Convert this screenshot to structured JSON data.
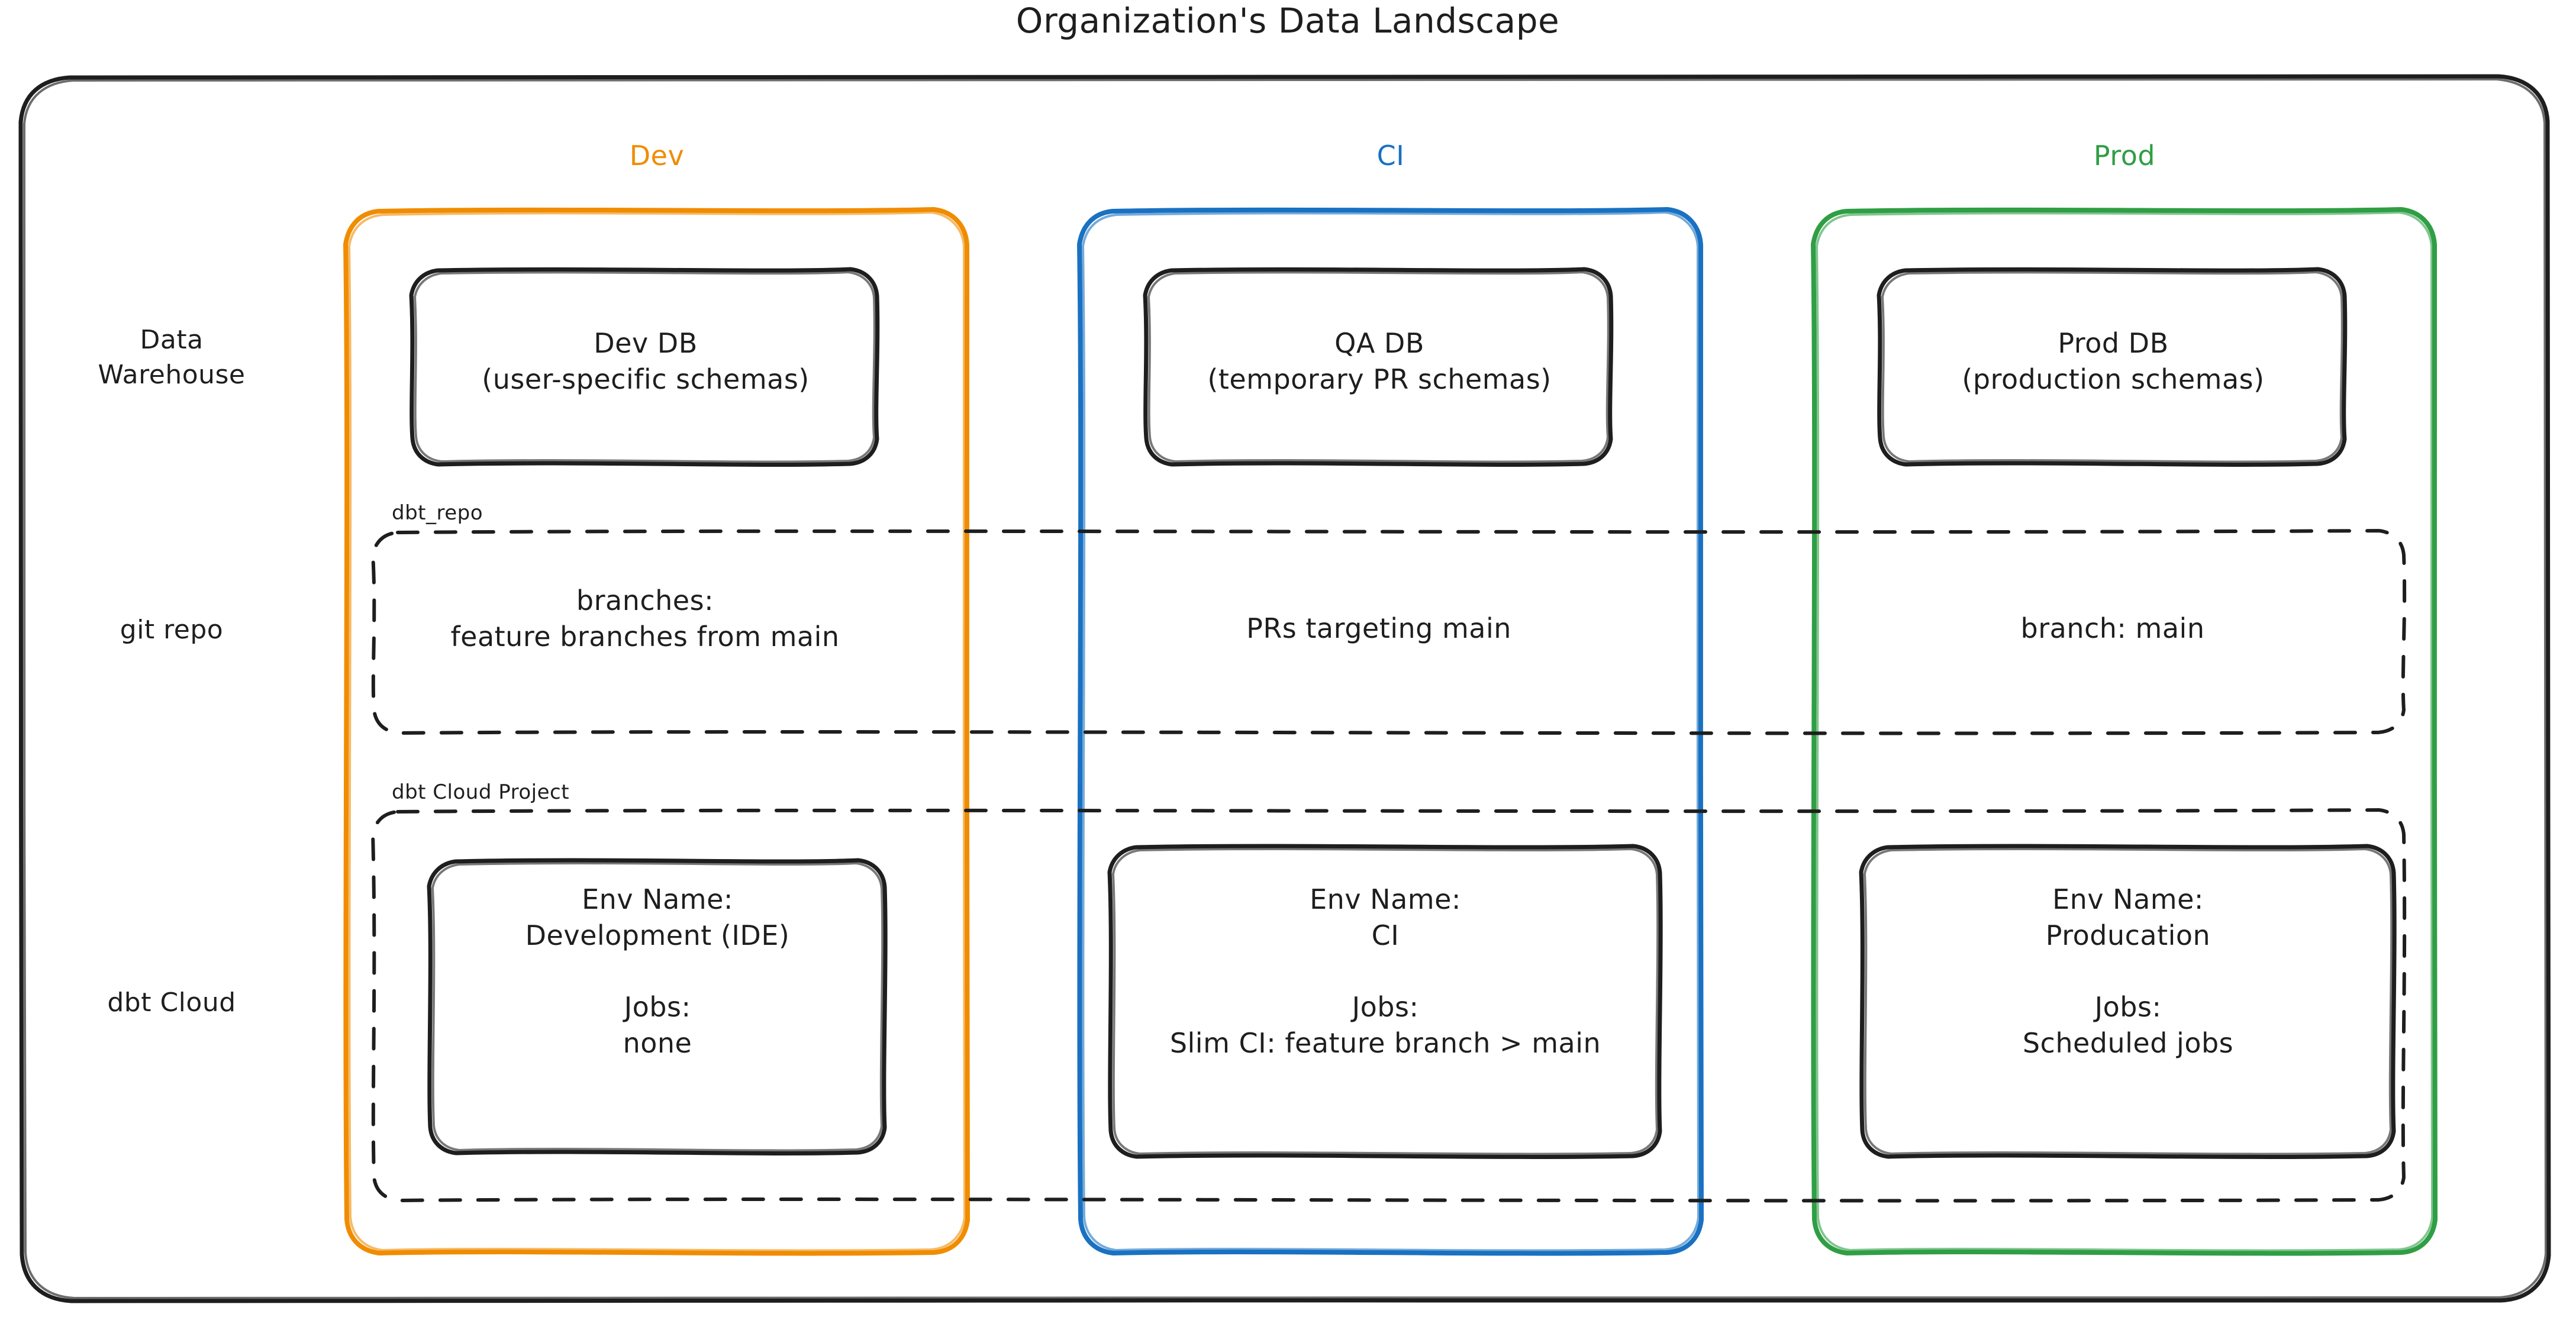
{
  "diagram": {
    "title": "Organization's Data Landscape",
    "colors": {
      "dev": "#f08c00",
      "ci": "#1971c2",
      "prod": "#2f9e44",
      "stroke": "#1e1e1e",
      "background": "#ffffff"
    },
    "columns": [
      {
        "key": "dev",
        "label": "Dev"
      },
      {
        "key": "ci",
        "label": "CI"
      },
      {
        "key": "prod",
        "label": "Prod"
      }
    ],
    "rows": [
      {
        "key": "data_warehouse",
        "label": "Data\nWarehouse"
      },
      {
        "key": "git_repo",
        "label": "git repo"
      },
      {
        "key": "dbt_cloud",
        "label": "dbt Cloud"
      }
    ],
    "groups": [
      {
        "key": "dbt_repo",
        "label": "dbt_repo"
      },
      {
        "key": "dbt_cloud_project",
        "label": "dbt Cloud Project"
      }
    ],
    "cells": {
      "warehouse": {
        "dev": "Dev DB\n(user-specific schemas)",
        "ci": "QA DB\n(temporary PR schemas)",
        "prod": "Prod DB\n(production schemas)"
      },
      "git": {
        "dev": "branches:\nfeature branches from main",
        "ci": "PRs targeting main",
        "prod": "branch: main"
      },
      "dbtcloud": {
        "dev": "Env Name:\nDevelopment (IDE)\n\nJobs:\nnone",
        "ci": "Env Name:\nCI\n\nJobs:\nSlim CI: feature branch > main",
        "prod": "Env Name:\nProducation\n\nJobs:\nScheduled jobs"
      }
    }
  }
}
